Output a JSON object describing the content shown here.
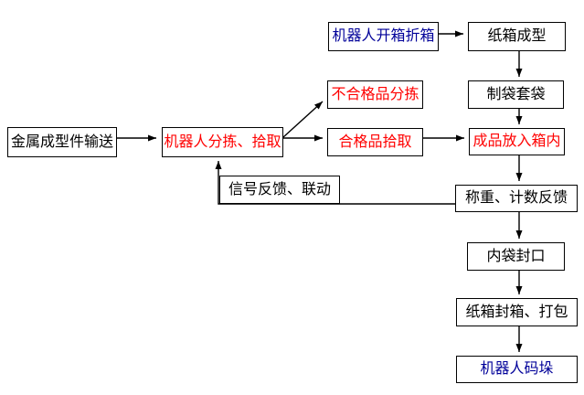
{
  "diagram": {
    "type": "flowchart",
    "background_color": "#ffffff",
    "box_border_color": "#000000",
    "connector_color": "#000000",
    "text_colors": {
      "default": "#000000",
      "highlight_red": "#ff0000",
      "highlight_blue": "#000099"
    },
    "nodes": [
      {
        "id": "metal-forming-part-conveying",
        "label": "金属成型件输送",
        "color": "#000000"
      },
      {
        "id": "robot-sorting-picking",
        "label": "机器人分拣、拾取",
        "color": "#ff0000"
      },
      {
        "id": "reject-product-sorting",
        "label": "不合格品分拣",
        "color": "#ff0000"
      },
      {
        "id": "qualified-product-picking",
        "label": "合格品拾取",
        "color": "#ff0000"
      },
      {
        "id": "robot-carton-opening-folding",
        "label": "机器人开箱折箱",
        "color": "#000099"
      },
      {
        "id": "carton-forming",
        "label": "纸箱成型",
        "color": "#000000"
      },
      {
        "id": "bag-making-bagging",
        "label": "制袋套袋",
        "color": "#000000"
      },
      {
        "id": "product-into-box",
        "label": "成品放入箱内",
        "color": "#ff0000"
      },
      {
        "id": "weighing-counting-feedback",
        "label": "称重、计数反馈",
        "color": "#000000"
      },
      {
        "id": "signal-feedback-linkage",
        "label": "信号反馈、联动",
        "color": "#000000"
      },
      {
        "id": "inner-bag-sealing",
        "label": "内袋封口",
        "color": "#000000"
      },
      {
        "id": "carton-sealing-packing",
        "label": "纸箱封箱、打包",
        "color": "#000000"
      },
      {
        "id": "robot-palletizing",
        "label": "机器人码垛",
        "color": "#000099"
      }
    ],
    "edges": [
      {
        "from": "metal-forming-part-conveying",
        "to": "robot-sorting-picking"
      },
      {
        "from": "robot-sorting-picking",
        "to": "reject-product-sorting"
      },
      {
        "from": "robot-sorting-picking",
        "to": "qualified-product-picking"
      },
      {
        "from": "qualified-product-picking",
        "to": "product-into-box"
      },
      {
        "from": "robot-carton-opening-folding",
        "to": "carton-forming"
      },
      {
        "from": "carton-forming",
        "to": "bag-making-bagging"
      },
      {
        "from": "bag-making-bagging",
        "to": "product-into-box"
      },
      {
        "from": "product-into-box",
        "to": "weighing-counting-feedback"
      },
      {
        "from": "weighing-counting-feedback",
        "to": "robot-sorting-picking",
        "via_label": "信号反馈、联动"
      },
      {
        "from": "weighing-counting-feedback",
        "to": "inner-bag-sealing"
      },
      {
        "from": "inner-bag-sealing",
        "to": "carton-sealing-packing"
      },
      {
        "from": "carton-sealing-packing",
        "to": "robot-palletizing"
      }
    ]
  }
}
